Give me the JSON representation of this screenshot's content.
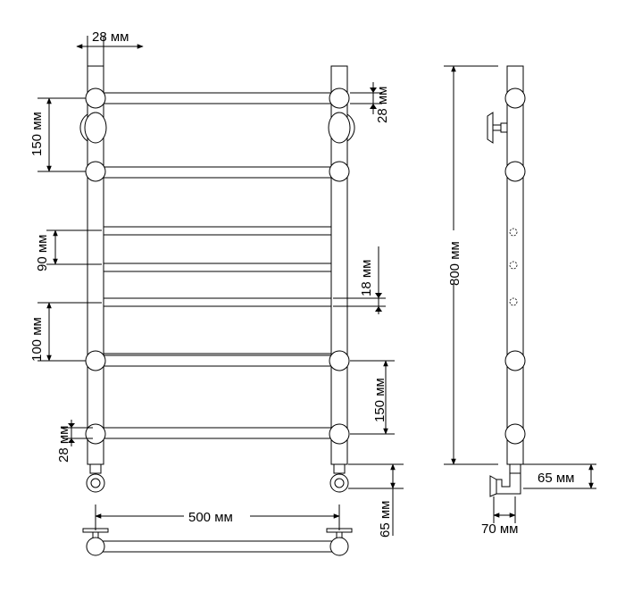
{
  "dimensions": {
    "pipe_top_width": "28 мм",
    "rail_thickness_top": "28 мм",
    "spacing_top": "150 мм",
    "panel_height": "90 мм",
    "gap_height": "18 мм",
    "spacing_middle": "100 мм",
    "spacing_bottom": "150 мм",
    "rail_thickness_bottom": "28 мм",
    "total_height": "800 мм",
    "width": "500 мм",
    "connection_height": "65 мм",
    "side_connection_height": "65 мм",
    "side_depth": "70 мм"
  }
}
